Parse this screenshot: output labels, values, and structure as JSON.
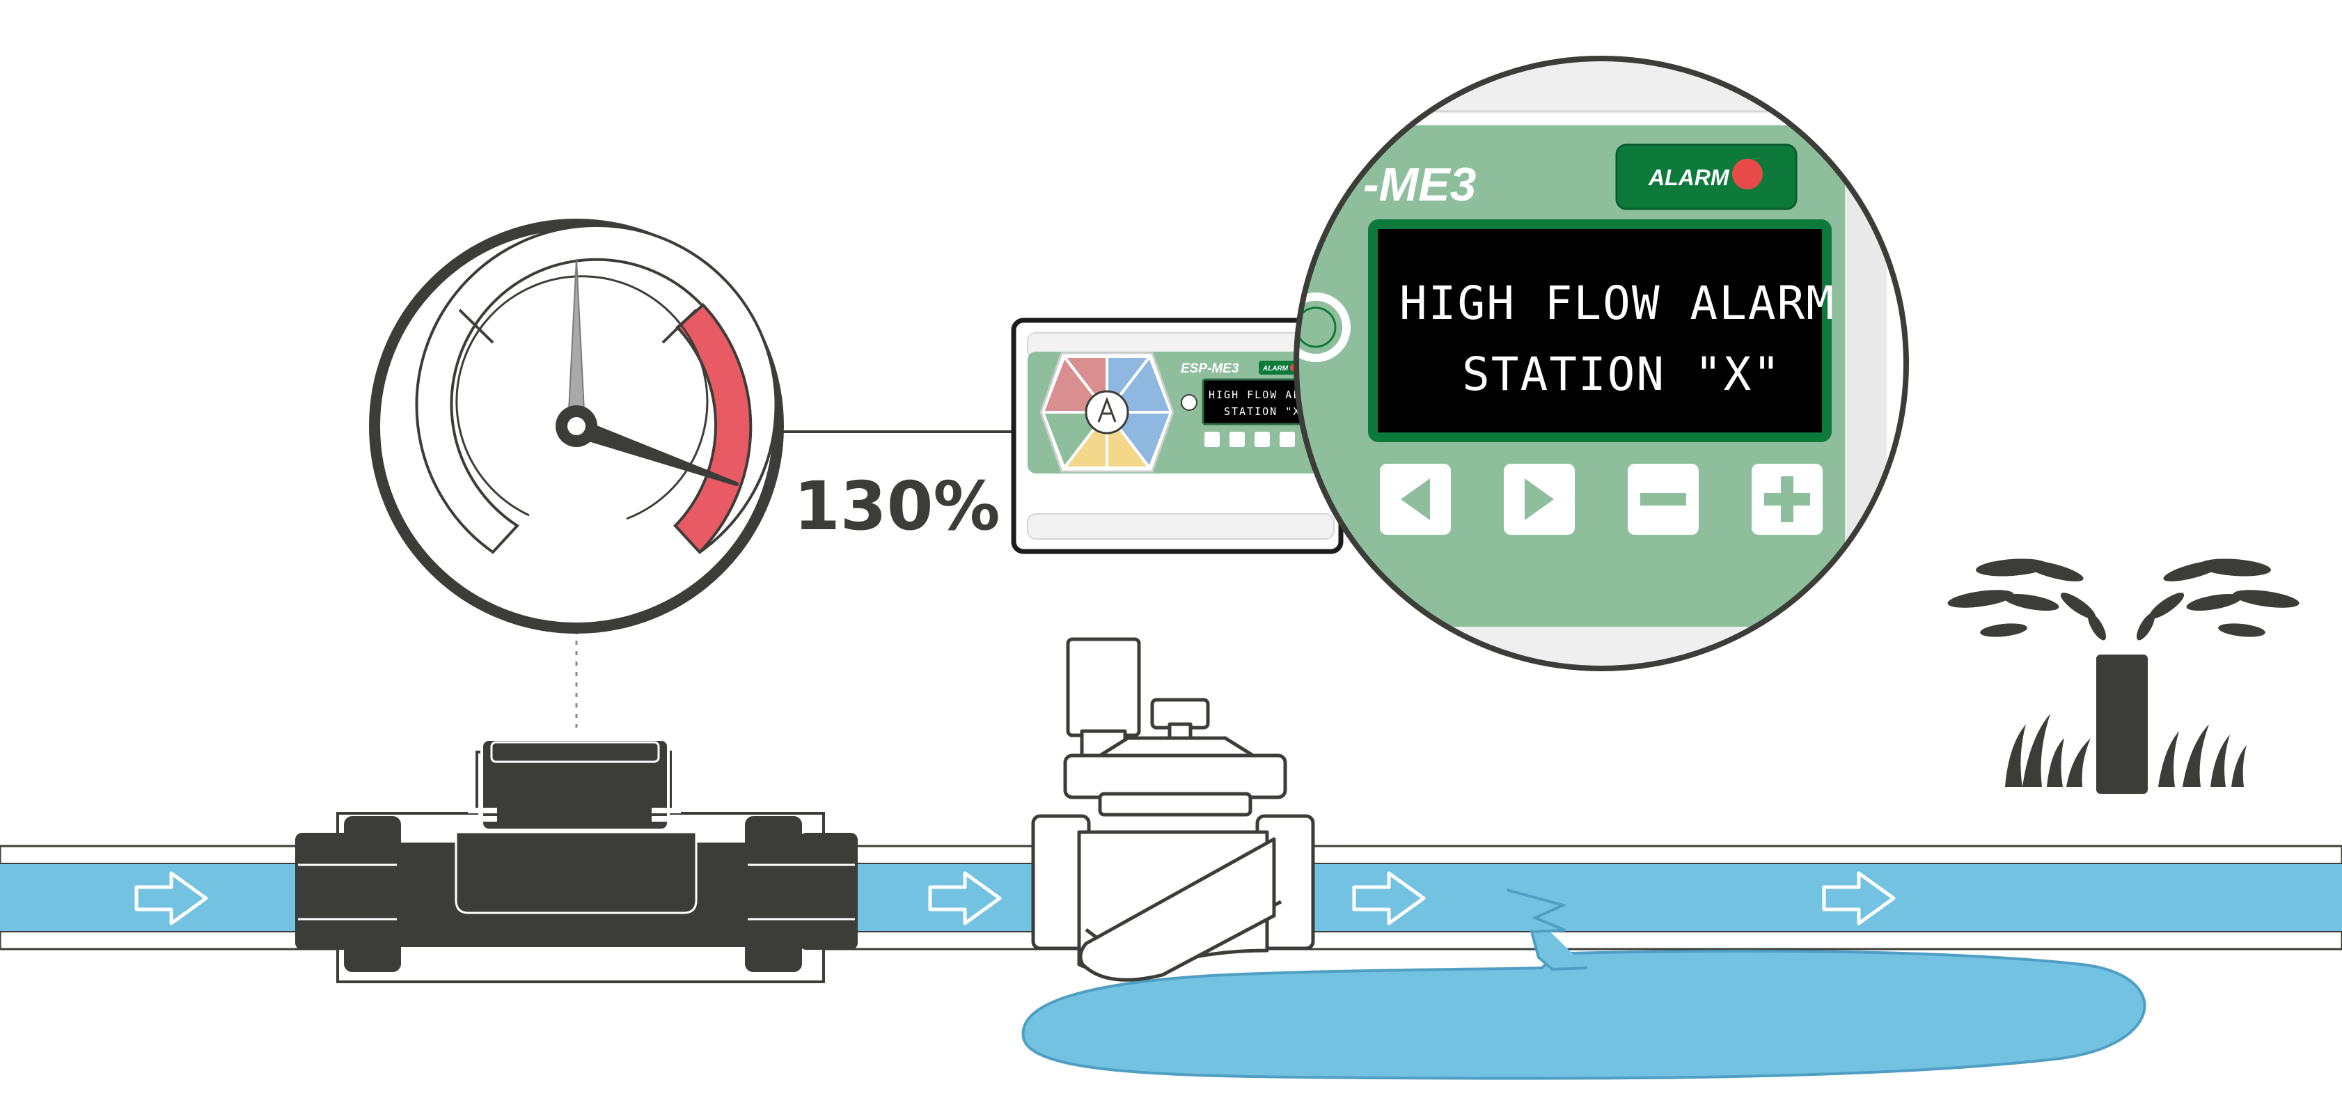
{
  "gauge": {
    "reading": "130%"
  },
  "controller": {
    "model": "ESP-ME3",
    "zoom_model": "-ME3",
    "alarm_label": "ALARM",
    "display_line1": "HIGH FLOW ALARM",
    "display_line2": "STATION \"X\""
  },
  "colors": {
    "dark": "#3c3c38",
    "water": "#74c2e1",
    "water_edge": "#4f9ec3",
    "panel_green": "#8ebe9c",
    "alarm_green": "#0d7a3c",
    "alarm_red": "#e84a4a",
    "gauge_red": "#e85a64"
  }
}
